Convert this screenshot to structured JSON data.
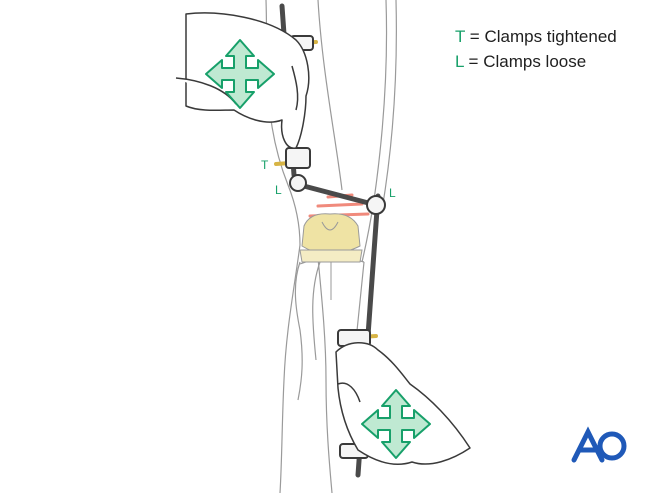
{
  "legend": {
    "tightened": {
      "key": "T",
      "text": " = Clamps tightened"
    },
    "loose": {
      "key": "L",
      "text": " = Clamps loose"
    }
  },
  "clamp_labels": {
    "t_upper": "T",
    "l_upper_left": "L",
    "l_upper_right": "L"
  },
  "logo": {
    "text": "AO"
  },
  "colors": {
    "accent_green": "#17a06a",
    "arrow_fill": "#bfe9d2",
    "implant_yellow": "#efe3a4",
    "pin_gold": "#d7b445",
    "bone_outline": "#9a9a9a",
    "frame_dark": "#4a4a4a",
    "logo_blue": "#1f59b8",
    "gap_red": "#f08a7c"
  }
}
